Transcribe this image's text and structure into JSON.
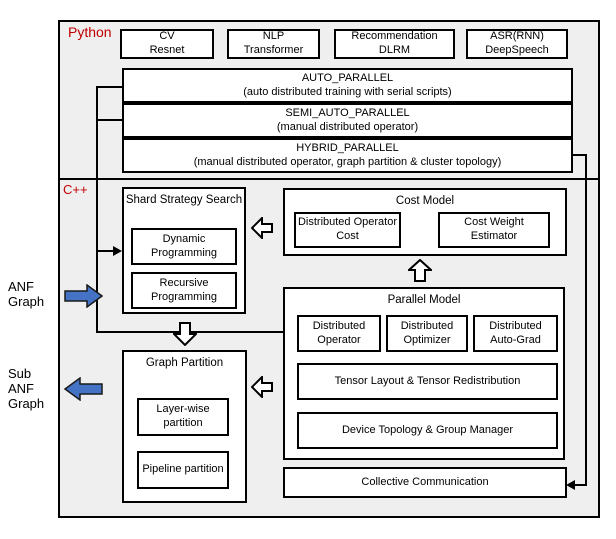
{
  "section_labels": {
    "python": "Python",
    "cpp": "C++"
  },
  "side_labels": {
    "anf_graph_lines": [
      "ANF",
      "Graph"
    ],
    "sub_anf_graph_lines": [
      "Sub",
      "ANF",
      "Graph"
    ]
  },
  "app_boxes": [
    {
      "line1": "CV",
      "line2": "Resnet"
    },
    {
      "line1": "NLP",
      "line2": "Transformer"
    },
    {
      "line1": "Recommendation",
      "line2": "DLRM"
    },
    {
      "line1": "ASR(RNN)",
      "line2": "DeepSpeech"
    }
  ],
  "parallel_modes": [
    {
      "name": "AUTO_PARALLEL",
      "desc": "(auto distributed training with serial scripts)"
    },
    {
      "name": "SEMI_AUTO_PARALLEL",
      "desc": "(manual distributed operator)"
    },
    {
      "name": "HYBRID_PARALLEL",
      "desc": "(manual distributed operator, graph partition & cluster topology)"
    }
  ],
  "shard_strategy_search": {
    "title": "Shard Strategy Search",
    "items": [
      "Dynamic Programming",
      "Recursive Programming"
    ]
  },
  "cost_model": {
    "title": "Cost Model",
    "items": [
      "Distributed Operator Cost",
      "Cost Weight Estimator"
    ]
  },
  "parallel_model": {
    "title": "Parallel Model",
    "row1": [
      "Distributed Operator",
      "Distributed Optimizer",
      "Distributed Auto-Grad"
    ],
    "row2": "Tensor Layout & Tensor Redistribution",
    "row3": "Device Topology & Group Manager"
  },
  "graph_partition": {
    "title": "Graph Partition",
    "items": [
      "Layer-wise partition",
      "Pipeline partition"
    ]
  },
  "collective_communication": {
    "label": "Collective Communication"
  },
  "colors": {
    "arrow_blue": "#4472c4",
    "label_red": "#c00000",
    "panel_bg": "#efefef",
    "line_black": "#000000"
  }
}
